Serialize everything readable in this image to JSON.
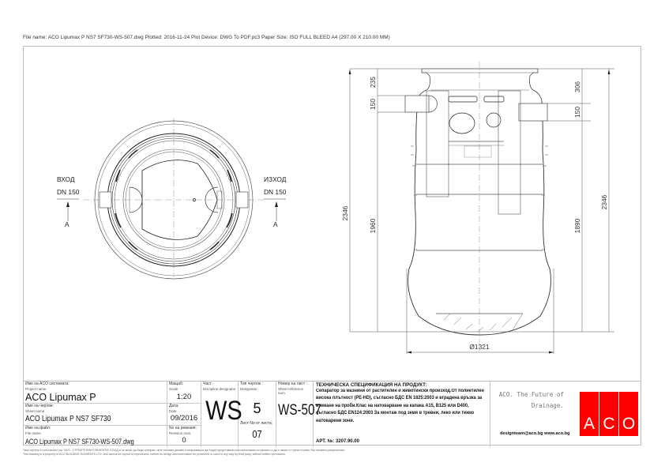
{
  "plot_header": "File name: ACO Lipumax P NS7 SF730-WS-507.dwg   Plotted: 2016-11-24   Plot Device: DWG To PDF.pc3   Paper Size: ISO FULL BLEED A4 (297.00 X 210.00 MM)",
  "plan_view": {
    "inlet_label": "ВХОД",
    "inlet_dn": "DN 150",
    "outlet_label": "ИЗХОД",
    "outlet_dn": "DN 150",
    "section_left": "A",
    "section_right": "A"
  },
  "section_view": {
    "dims": {
      "overall_height_left": "2346",
      "overall_height_right": "2346",
      "inlet_top": "235",
      "inlet_dia": "150",
      "outlet_top": "306",
      "outlet_dia": "150",
      "inlet_invert": "1960",
      "outlet_invert": "1890",
      "diameter": "Ø1321"
    }
  },
  "title_block": {
    "project_label_bg": "Име на ACO системата:",
    "project_label_en": "Project name",
    "project_value": "ACO Lipumax P",
    "sheet_label_bg": "Име на чертеж:",
    "sheet_label_en": "Sheet name",
    "sheet_value": "ACO Lipumax P NS7 SF730",
    "file_label_bg": "Име на файл:",
    "file_label_en": "File name",
    "file_value": "ACO Lipumax P NS7 SF730-WS-507.dwg",
    "scale_label_bg": "Мащаб:",
    "scale_label_en": "Scale",
    "scale_value": "1:20",
    "date_label_bg": "Дата:",
    "date_label_en": "Date",
    "date_value": "09/2016",
    "revision_label_bg": "No на ревизия:",
    "revision_label_en": "Revision num.",
    "revision_value": "0",
    "discipline_label_bg": "Част :",
    "discipline_label_en": "Discipline designator",
    "discipline_value": "WS",
    "designator_label_bg": "Тип чертеж :",
    "designator_label_en": "Designator",
    "designator_value": "5",
    "sheet_count_label": "Лист No от листа:",
    "sheet_count_value": "07",
    "reference_label_bg": "Номер на лист :",
    "reference_label_en": "Sheet reference num.",
    "reference_value": "WS-507",
    "spec_title": "ТЕХНИЧЕСКА СПЕЦИФИКАЦИЯ НА ПРОДУКТ:",
    "spec_body": "Сепаратор за мазнини от растителен и животински произход.От полиетилен висока плътност (PE-HD), съгласно БДС EN 1825:2003 и вградена връзка за вземане на проби.Клас на натоварване на капака A15, B125 или D400, съгласно БДС EN124:2003 За монтаж под земя в тревни, леко или тежко натоварени зони.",
    "article_number": "АРТ. №: 3207.90.00",
    "tagline_line1": "ACO. The Future of",
    "tagline_line2": "Drainage.",
    "contact": "designteam@aco.bg  www.aco.bg",
    "logo_letters": [
      "A",
      "C",
      "O"
    ],
    "brand_color": "#ff0000"
  },
  "footer": {
    "line_bg": "Тази чертеж е собственост на \"АКО - СТРОИТЕЛНИ ЕЛЕМЕНТИ\" ЕООД и не може да бъде копиран, нито неговия дизайн и информация да бъдат представени или използвани по какъвто и да е начин от трети страни, без писмено разрешение.",
    "line_en": "This drawing is a property of ACO BUILDING ELEMENTS LTD. and cannot be copied or reproduced, neither its design and information be presented or used in any way by third party, without written permission."
  }
}
